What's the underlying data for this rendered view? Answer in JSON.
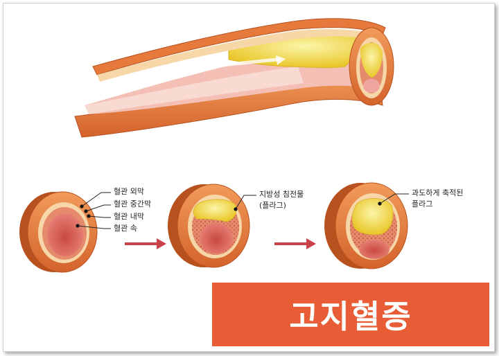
{
  "layers": {
    "outer": "혈관 외막",
    "middle": "혈관 중간막",
    "inner": "혈관 내막",
    "lumen": "혈관 속"
  },
  "plaque": {
    "line1": "지방성 침전물",
    "line2": "(플라그)"
  },
  "excess_plaque": {
    "line1": "과도하게 축적된",
    "line2": "플라그"
  },
  "title": "고지혈증",
  "colors": {
    "vessel_outer": "#e67a3c",
    "vessel_middle": "#f7d7a8",
    "lumen": "#d0584c",
    "plaque": "#f2dc4a",
    "arrow": "#c9424a",
    "title_bg": "#e85c36"
  }
}
